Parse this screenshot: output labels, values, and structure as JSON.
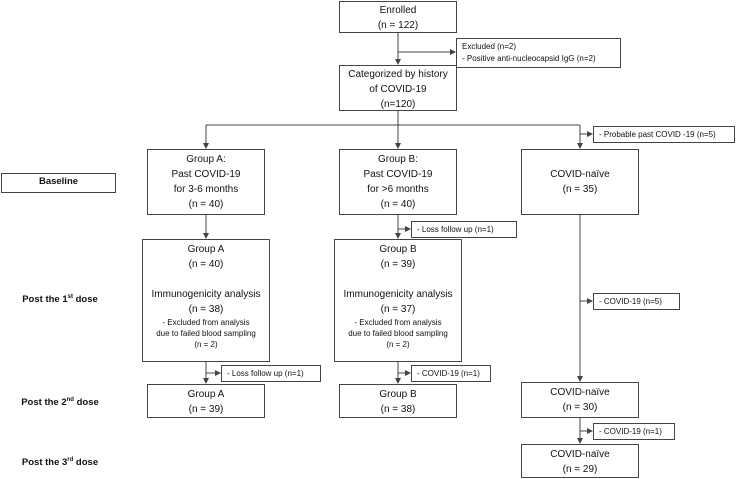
{
  "enrolled": {
    "title": "Enrolled",
    "count": "(n = 122)"
  },
  "excluded_initial": {
    "line1": "Excluded (n=2)",
    "line2": "- Positive anti-nucleocapsid IgG (n=2)"
  },
  "categorized": {
    "line1": "Categorized by history",
    "line2": "of COVID-19",
    "count": "(n=120)"
  },
  "probable_past": "- Probable past COVID -19 (n=5)",
  "stages": {
    "baseline": "Baseline",
    "post1_prefix": "Post the 1",
    "post1_sup": "st",
    "post1_suffix": " dose",
    "post2_prefix": "Post the 2",
    "post2_sup": "nd",
    "post2_suffix": " dose",
    "post3_prefix": "Post the 3",
    "post3_sup": "rd",
    "post3_suffix": " dose"
  },
  "group_a_baseline": {
    "line1": "Group A:",
    "line2": "Past COVID-19",
    "line3": "for 3-6 months",
    "count": "(n = 40)"
  },
  "group_b_baseline": {
    "line1": "Group B:",
    "line2": "Past COVID-19",
    "line3": "for >6 months",
    "count": "(n = 40)"
  },
  "naive_baseline": {
    "title": "COVID-naïve",
    "count": "(n = 35)"
  },
  "loss_b": "- Loss follow up (n=1)",
  "group_a_dose1": {
    "title": "Group A",
    "count": "(n = 40)",
    "analysis": "Immunogenicity analysis",
    "analysis_count": "(n = 38)",
    "excl1": "- Excluded from analysis",
    "excl2": "due to failed blood sampling",
    "excl_count": "(n = 2)"
  },
  "group_b_dose1": {
    "title": "Group B",
    "count": "(n = 39)",
    "analysis": "Immunogenicity analysis",
    "analysis_count": "(n = 37)",
    "excl1": "- Excluded from analysis",
    "excl2": "due to failed blood sampling",
    "excl_count": "(n = 2)"
  },
  "naive_covid_dose1": "- COVID-19 (n=5)",
  "loss_a": "- Loss follow up (n=1)",
  "b_covid_dose2": "- COVID-19 (n=1)",
  "group_a_dose2": {
    "title": "Group A",
    "count": "(n = 39)"
  },
  "group_b_dose2": {
    "title": "Group B",
    "count": "(n = 38)"
  },
  "naive_dose2": {
    "title": "COVID-naïve",
    "count": "(n = 30)"
  },
  "naive_covid_dose2": "- COVID-19 (n=1)",
  "naive_dose3": {
    "title": "COVID-naïve",
    "count": "(n = 29)"
  }
}
